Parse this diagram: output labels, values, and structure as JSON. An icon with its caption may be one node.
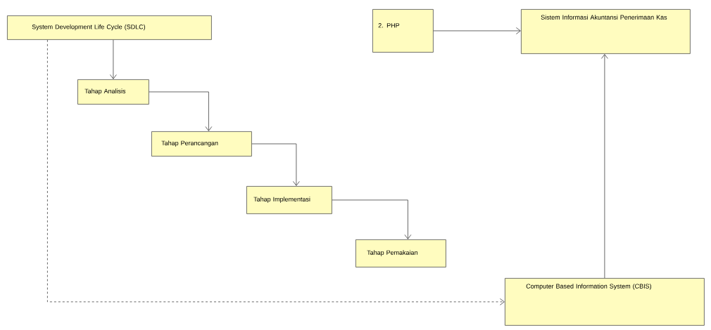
{
  "diagram": {
    "nodes": [
      {
        "text": [
          "System Development Life Cycle (SDLC)"
        ]
      },
      {
        "text": [
          "Tahap Analisis"
        ]
      },
      {
        "text": [
          "Tahap Perancangan"
        ]
      },
      {
        "text": [
          "Tahap Implementasi"
        ]
      },
      {
        "text": [
          "Tahap Pemakaian"
        ]
      },
      {
        "text": [
          "2. PHP"
        ]
      },
      {
        "text": [
          "Sistem Informasi Akuntansi Penerimaan Kas"
        ]
      },
      {
        "text": [
          "Computer Based Information System (CBIS)"
        ]
      }
    ],
    "edges": [
      {
        "from": 0,
        "to": 1,
        "arrow": "to"
      },
      {
        "from": 1,
        "to": 2,
        "arrow": "to"
      },
      {
        "from": 2,
        "to": 3,
        "arrow": "to"
      },
      {
        "from": 3,
        "to": 4,
        "arrow": "to"
      },
      {
        "from": 0,
        "to": 7,
        "arrow": "to",
        "style": "dashed"
      },
      {
        "from": 5,
        "to": 6,
        "arrow": "to"
      },
      {
        "from": 7,
        "to": 6,
        "arrow": "to"
      }
    ]
  }
}
